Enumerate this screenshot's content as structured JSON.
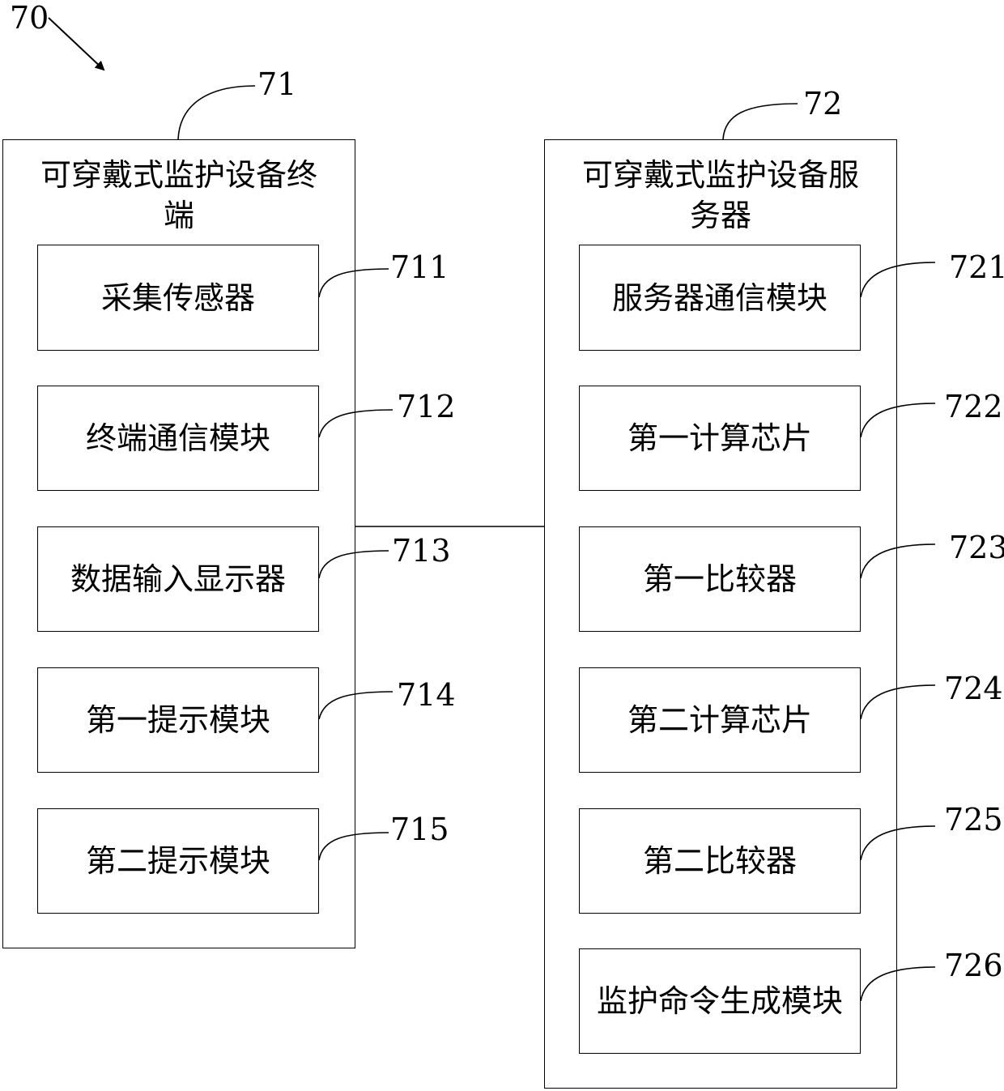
{
  "figure_ref": "70",
  "terminal": {
    "ref": "71",
    "title": "可穿戴式监护设备终端",
    "modules": [
      {
        "ref": "711",
        "label": "采集传感器"
      },
      {
        "ref": "712",
        "label": "终端通信模块"
      },
      {
        "ref": "713",
        "label": "数据输入显示器"
      },
      {
        "ref": "714",
        "label": "第一提示模块"
      },
      {
        "ref": "715",
        "label": "第二提示模块"
      }
    ]
  },
  "server": {
    "ref": "72",
    "title": "可穿戴式监护设备服务器",
    "modules": [
      {
        "ref": "721",
        "label": "服务器通信模块"
      },
      {
        "ref": "722",
        "label": "第一计算芯片"
      },
      {
        "ref": "723",
        "label": "第一比较器"
      },
      {
        "ref": "724",
        "label": "第二计算芯片"
      },
      {
        "ref": "725",
        "label": "第二比较器"
      },
      {
        "ref": "726",
        "label": "监护命令生成模块"
      }
    ]
  }
}
